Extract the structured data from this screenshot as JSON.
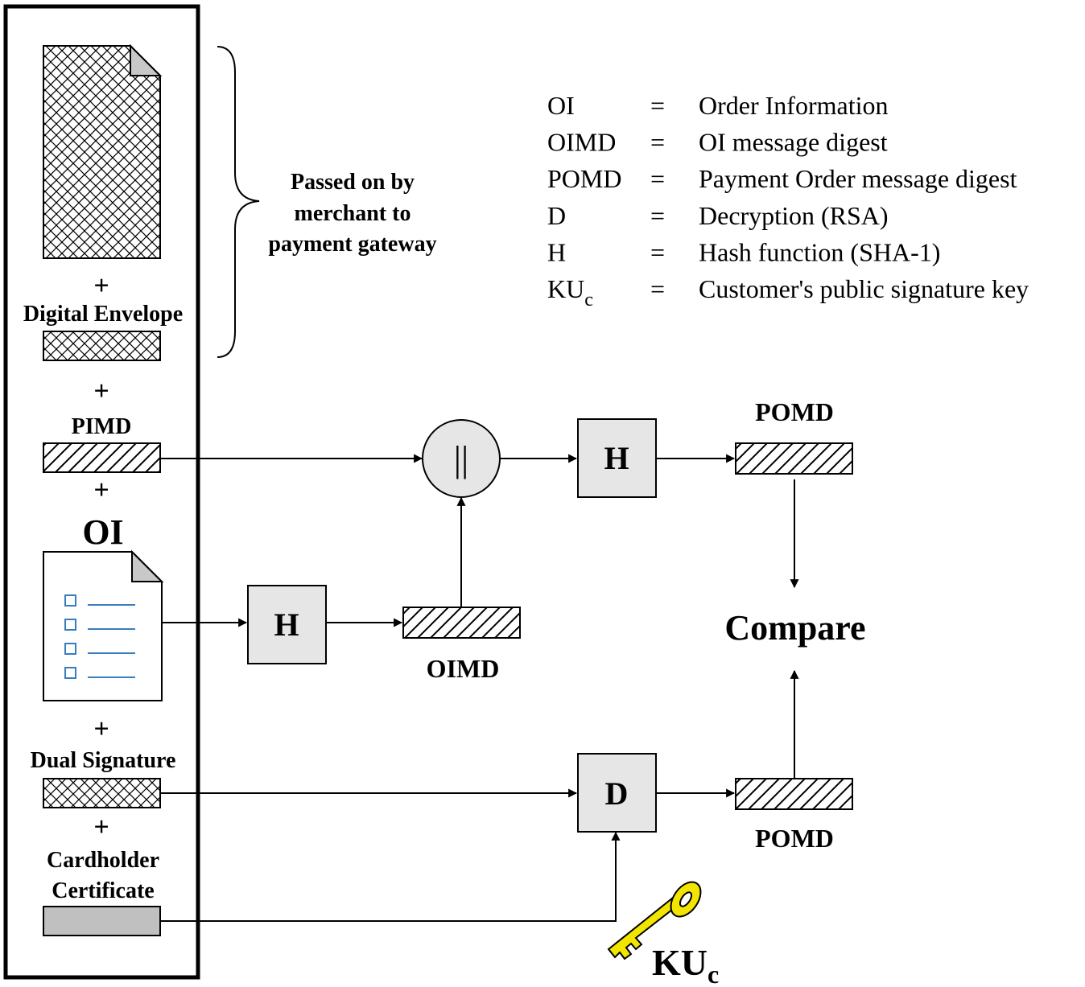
{
  "left_column": {
    "plus": "+",
    "digital_envelope_label": "Digital Envelope",
    "pimd_label": "PIMD",
    "oi_label": "OI",
    "dual_signature_label": "Dual Signature",
    "cardholder_label_line1": "Cardholder",
    "cardholder_label_line2": "Certificate"
  },
  "brace_note": {
    "line1": "Passed on by",
    "line2": "merchant to",
    "line3": "payment gateway"
  },
  "legend": {
    "entries": [
      {
        "abbr": "OI",
        "sub": "",
        "eq": "=",
        "meaning": "Order Information"
      },
      {
        "abbr": "OIMD",
        "sub": "",
        "eq": "=",
        "meaning": "OI message digest"
      },
      {
        "abbr": "POMD",
        "sub": "",
        "eq": "=",
        "meaning": "Payment Order message digest"
      },
      {
        "abbr": "D",
        "sub": "",
        "eq": "=",
        "meaning": "Decryption (RSA)"
      },
      {
        "abbr": "H",
        "sub": "",
        "eq": "=",
        "meaning": "Hash function (SHA-1)"
      },
      {
        "abbr": "KU",
        "sub": "c",
        "eq": "=",
        "meaning": "Customer's public signature key"
      }
    ]
  },
  "flow": {
    "concat_symbol": "||",
    "hash_label": "H",
    "decrypt_label": "D",
    "pomd_top_label": "POMD",
    "pomd_bottom_label": "POMD",
    "oimd_label": "OIMD",
    "compare_label": "Compare",
    "key_label": "KU",
    "key_sub": "c"
  },
  "colors": {
    "box_fill": "#e6e6e6",
    "certificate_fill": "#c0c0c0",
    "checklist_blue": "#3a7dbf",
    "key_fill": "#f2e600"
  }
}
